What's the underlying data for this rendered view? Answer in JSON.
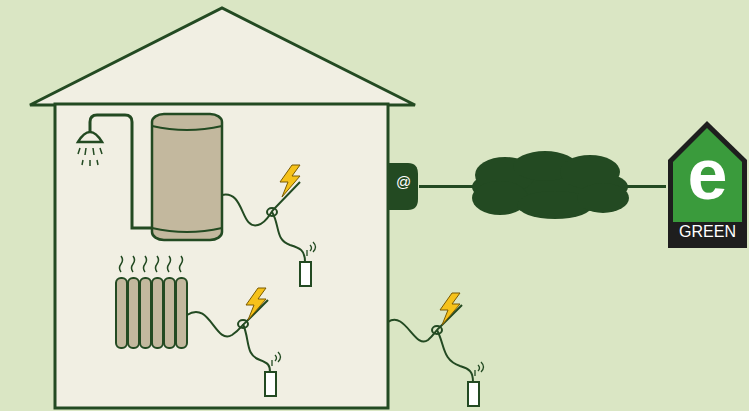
{
  "diagram": {
    "nodes": [
      {
        "text": [
          "@"
        ]
      },
      {
        "text": [
          "e",
          "GREEN"
        ]
      }
    ],
    "edges": [
      {
        "from": 0,
        "to": 1,
        "arrow": "none"
      }
    ]
  }
}
